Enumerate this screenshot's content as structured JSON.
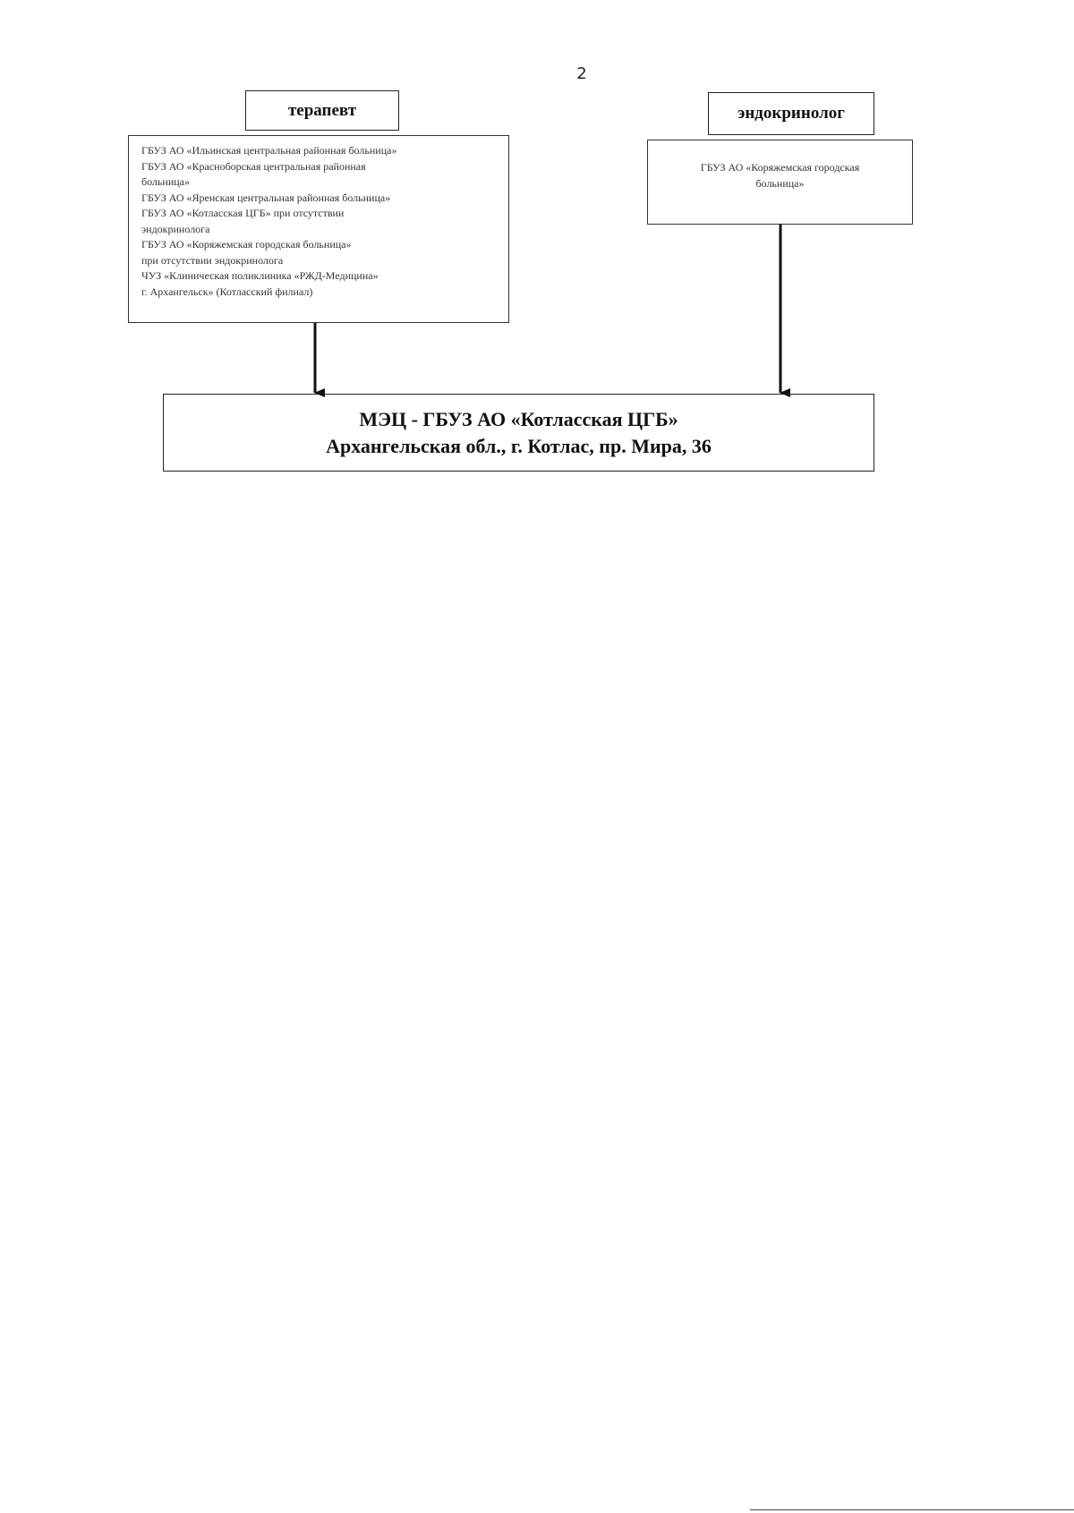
{
  "page": {
    "number": "2"
  },
  "diagram": {
    "therapist": {
      "header": "терапевт",
      "lines": [
        "ГБУЗ АО «Ильинская центральная районная больница»",
        "ГБУЗ АО «Красноборская центральная районная",
        "больница»",
        "ГБУЗ АО «Яренская центральная районная больница»",
        "ГБУЗ АО «Котласская ЦГБ» при отсутствии",
        "эндокринолога",
        "ГБУЗ АО «Коряжемская городская больница»",
        "при отсутствии эндокринолога",
        "ЧУЗ «Клиническая поликлиника «РЖД-Медицина»",
        "г. Архангельск» (Котласский филиал)"
      ]
    },
    "endocrinologist": {
      "header": "эндокринолог",
      "lines": [
        "ГБУЗ АО «Коряжемская городская",
        "больница»"
      ]
    },
    "target": {
      "line1": "МЭЦ - ГБУЗ АО «Котласская ЦГБ»",
      "line2": "Архангельская обл., г. Котлас, пр. Мира, 36"
    }
  }
}
